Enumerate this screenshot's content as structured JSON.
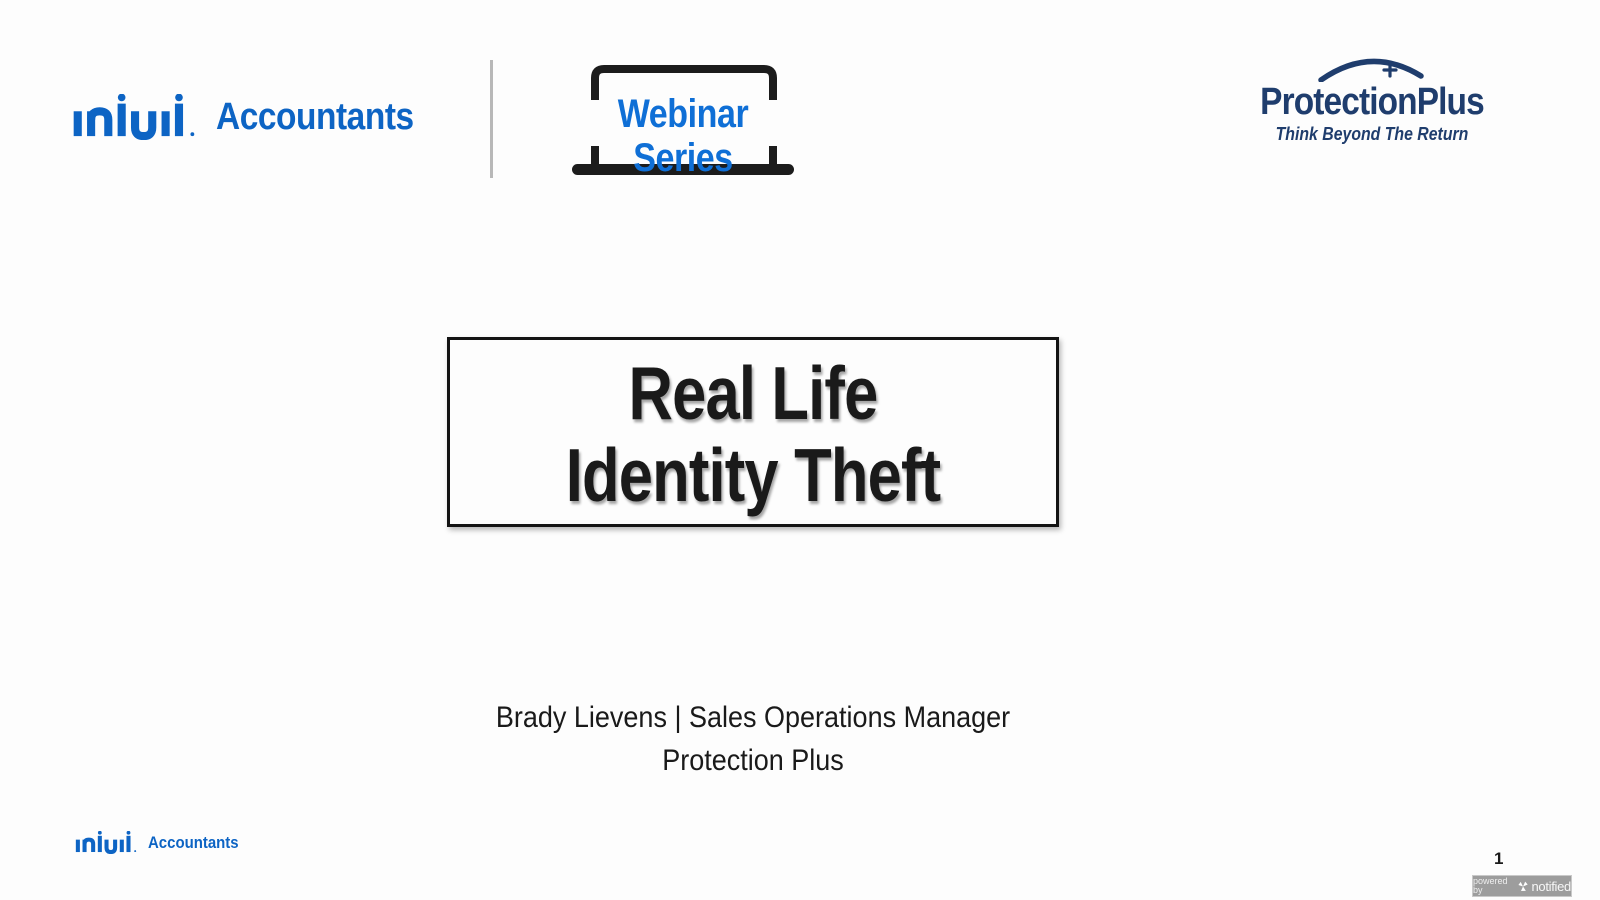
{
  "header": {
    "intuit_logo": {
      "wordmark": "intuit",
      "label": "Accountants"
    },
    "webinar": {
      "label": "Webinar Series"
    },
    "protection_plus": {
      "wordmark": "ProtectionPlus",
      "plus_sign": "+",
      "tagline": "Think Beyond The Return"
    }
  },
  "title_box": {
    "line1": "Real Life",
    "line2": "Identity Theft"
  },
  "speaker": {
    "line1": "Brady Lievens | Sales Operations Manager",
    "line2": "Protection Plus"
  },
  "footer": {
    "intuit_logo": {
      "wordmark": "intuit",
      "label": "Accountants"
    },
    "page_number": "1",
    "badge": {
      "powered_by": "powered by",
      "brand": "notified"
    }
  },
  "colors": {
    "intuit_blue": "#0d64c4",
    "webinar_blue": "#0f6fd6",
    "protection_navy": "#1f3d6d",
    "laptop_black": "#1c1c1c",
    "title_text": "#1a1a1a",
    "badge_gray": "#9d9d9d"
  }
}
